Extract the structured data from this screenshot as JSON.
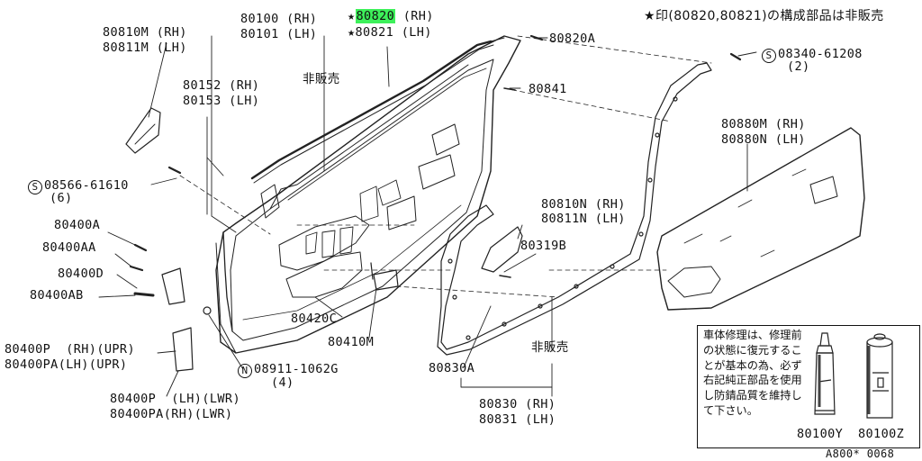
{
  "labels": {
    "p80810M": "80810M (RH)",
    "p80811M": "80811M (LH)",
    "p80100": "80100 (RH)",
    "p80101": "80101 (LH)",
    "star_80820_code": "80820",
    "star_80820_side": " (RH)",
    "star_80821": "80821 (LH)",
    "star_mark": "★",
    "header_note": "★印(80820,80821)の構成部品は非販売",
    "p80820A": "80820A",
    "p08340_code": "08340-61208",
    "p08340_qty": "(2)",
    "p80152": "80152 (RH)",
    "p80153": "80153 (LH)",
    "not_sold_1": "非販売",
    "p80841": "80841",
    "p08566_code": "08566-61610",
    "p08566_qty": "(6)",
    "p80880M": "80880M (RH)",
    "p80880N": "80880N (LH)",
    "p80810N": "80810N (RH)",
    "p80811N": "80811N (LH)",
    "p80400A": "80400A",
    "p80400AA": "80400AA",
    "p80400D": "80400D",
    "p80400AB": "80400AB",
    "p80319B": "80319B",
    "p80420C": "80420C",
    "p80410M": "80410M",
    "p80400P_upr": "80400P  (RH)(UPR)",
    "p80400PA_upr": "80400PA(LH)(UPR)",
    "p08911_code": "08911-1062G",
    "p08911_qty": "(4)",
    "p80830A": "80830A",
    "not_sold_2": "非販売",
    "p80400P_lwr": "80400P  (LH)(LWR)",
    "p80400PA_lwr": "80400PA(RH)(LWR)",
    "p80830": "80830 (RH)",
    "p80831": "80831 (LH)",
    "circle_s": "S",
    "circle_n": "N",
    "diagram_id": "A800* 0068"
  },
  "note_box": {
    "text": "車体修理は、修理前の状態に復元することが基本の為、必ず右記純正部品を使用し防錆品質を維持して下さい。",
    "product_1": "80100Y",
    "product_2": "80100Z"
  }
}
